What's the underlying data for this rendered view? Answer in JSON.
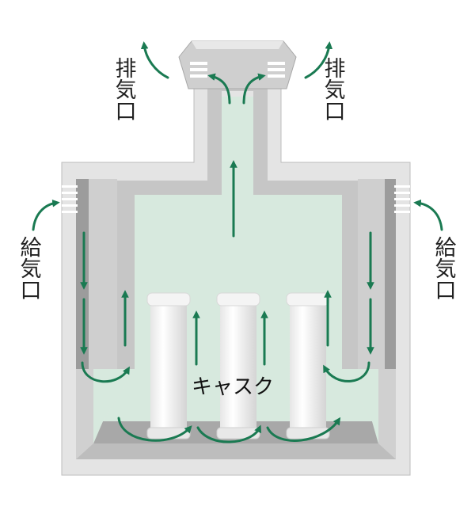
{
  "labels": {
    "exhaust": "排気口",
    "intake": "給気口",
    "cask": "キャスク"
  },
  "colors": {
    "arrow": "#1a7a52",
    "inner_air": "#d7e9de",
    "concrete_light": "#e4e4e4",
    "concrete_mid": "#c8c8c8",
    "concrete_dark": "#9a9a9a",
    "cask_body": "#ffffff"
  },
  "icons": [
    "exhaust-vent-icon",
    "intake-vent-icon",
    "airflow-arrow-icon",
    "cask-icon"
  ]
}
